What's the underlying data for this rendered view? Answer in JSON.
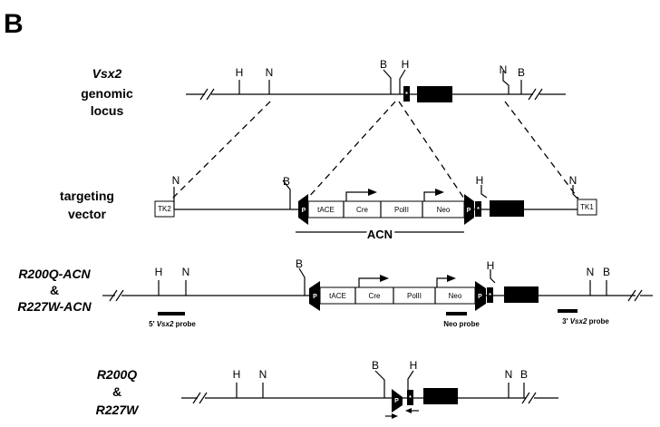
{
  "panel_label": "B",
  "rows": {
    "genomic": {
      "label_italic": "Vsx2",
      "label_lines": [
        "genomic",
        "locus"
      ]
    },
    "targeting": {
      "label_lines": [
        "targeting",
        "vector"
      ]
    },
    "acn": {
      "label_lines": [
        "R200Q-ACN",
        "&",
        "R227W-ACN"
      ]
    },
    "final": {
      "label_lines": [
        "R200Q",
        "&",
        "R227W"
      ]
    }
  },
  "sites": {
    "hindiii": "H",
    "ncoi": "N",
    "bamhi": "B"
  },
  "elements": {
    "tk2": "TK2",
    "tk1": "TK1",
    "tace": "tACE",
    "cre": "Cre",
    "polii": "PolII",
    "neo": "Neo",
    "loxp": "P",
    "mutation": "*",
    "acn_span": "ACN"
  },
  "probes": {
    "five_prime": {
      "prefix": "5'",
      "gene": "Vsx2",
      "suffix": "probe"
    },
    "neo": "Neo probe",
    "three_prime": {
      "prefix": "3'",
      "gene": "Vsx2",
      "suffix": "probe"
    }
  },
  "colors": {
    "ink": "#000000",
    "background": "#ffffff"
  }
}
